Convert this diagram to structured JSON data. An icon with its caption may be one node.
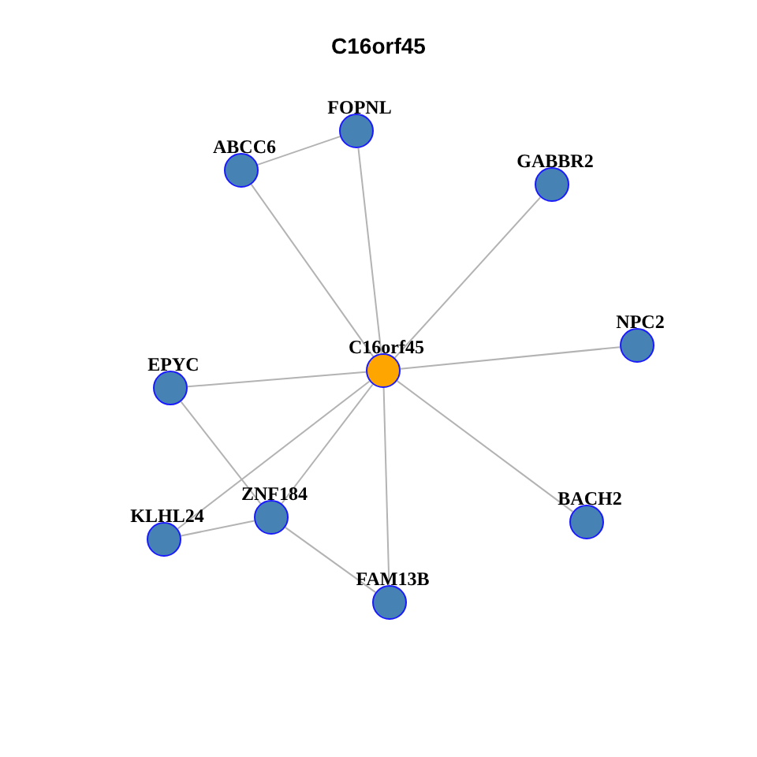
{
  "diagram": {
    "title": "C16orf45",
    "nodes": [
      {
        "text": [
          "FOPNL"
        ]
      },
      {
        "text": [
          "ABCC6"
        ]
      },
      {
        "text": [
          "GABBR2"
        ]
      },
      {
        "text": [
          "NPC2"
        ]
      },
      {
        "text": [
          "C16orf45"
        ]
      },
      {
        "text": [
          "EPYC"
        ]
      },
      {
        "text": [
          "ZNF184"
        ]
      },
      {
        "text": [
          "BACH2"
        ]
      },
      {
        "text": [
          "KLHL24"
        ]
      },
      {
        "text": [
          "FAM13B"
        ]
      }
    ],
    "edges": [
      {
        "from": 1,
        "to": 0,
        "arrow": "none"
      },
      {
        "from": 4,
        "to": 0,
        "arrow": "none"
      },
      {
        "from": 4,
        "to": 1,
        "arrow": "none"
      },
      {
        "from": 4,
        "to": 2,
        "arrow": "none"
      },
      {
        "from": 4,
        "to": 3,
        "arrow": "none"
      },
      {
        "from": 4,
        "to": 5,
        "arrow": "none"
      },
      {
        "from": 4,
        "to": 6,
        "arrow": "none"
      },
      {
        "from": 4,
        "to": 7,
        "arrow": "none"
      },
      {
        "from": 4,
        "to": 8,
        "arrow": "none"
      },
      {
        "from": 4,
        "to": 9,
        "arrow": "none"
      },
      {
        "from": 5,
        "to": 6,
        "arrow": "none"
      },
      {
        "from": 6,
        "to": 8,
        "arrow": "none"
      },
      {
        "from": 6,
        "to": 9,
        "arrow": "none"
      }
    ]
  }
}
